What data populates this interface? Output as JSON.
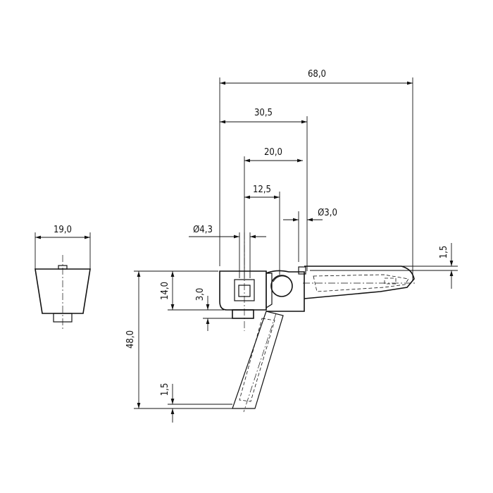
{
  "dimensions": {
    "d68": "68,0",
    "d30_5": "30,5",
    "d20": "20,0",
    "d12_5": "12,5",
    "dia3": "Ø3,0",
    "dia4_3": "Ø4,3",
    "d19": "19,0",
    "d14": "14,0",
    "d3": "3,0",
    "d48": "48,0",
    "d1_5_left": "1,5",
    "d1_5_right": "1,5"
  },
  "colors": {
    "ink": "#111111",
    "background": "#ffffff"
  }
}
